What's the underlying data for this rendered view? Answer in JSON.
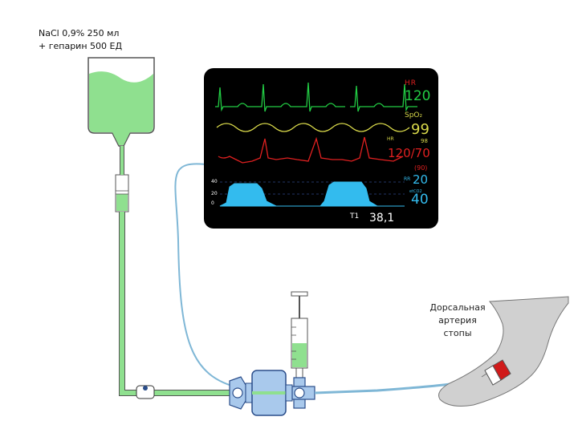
{
  "iv_bag": {
    "label_line1": "NaCl 0,9% 250 мл",
    "label_line2": "+ гепарин 500 ЕД"
  },
  "site_label": {
    "line1": "Дорсальная",
    "line2": "артерия",
    "line3": "стопы"
  },
  "monitor": {
    "hr_label": "HR",
    "hr_value": "120",
    "spo2_label": "SpO₂",
    "spo2_value": "99",
    "spo2_hr_label": "HR",
    "spo2_hr_value": "98",
    "abp_value": "120/70",
    "abp_mean": "(90)",
    "rr_label": "RR",
    "rr_value": "20",
    "etco2_label": "etCO2",
    "etco2_value": "40",
    "capno_scale_top": "40",
    "capno_scale_mid": "20",
    "capno_scale_bottom": "0",
    "temp_label": "T1",
    "temp_value": "38,1"
  },
  "colors": {
    "screen": "#000000",
    "ecg": "#22cc44",
    "spo2": "#d8d84a",
    "abp": "#e02020",
    "capno": "#33bbee",
    "saline": "#8fe08f",
    "tube_blue": "#7fb7d6",
    "transducer": "#a9c9ec",
    "foot": "#d0d0d0",
    "catheter": "#d01a1a"
  }
}
